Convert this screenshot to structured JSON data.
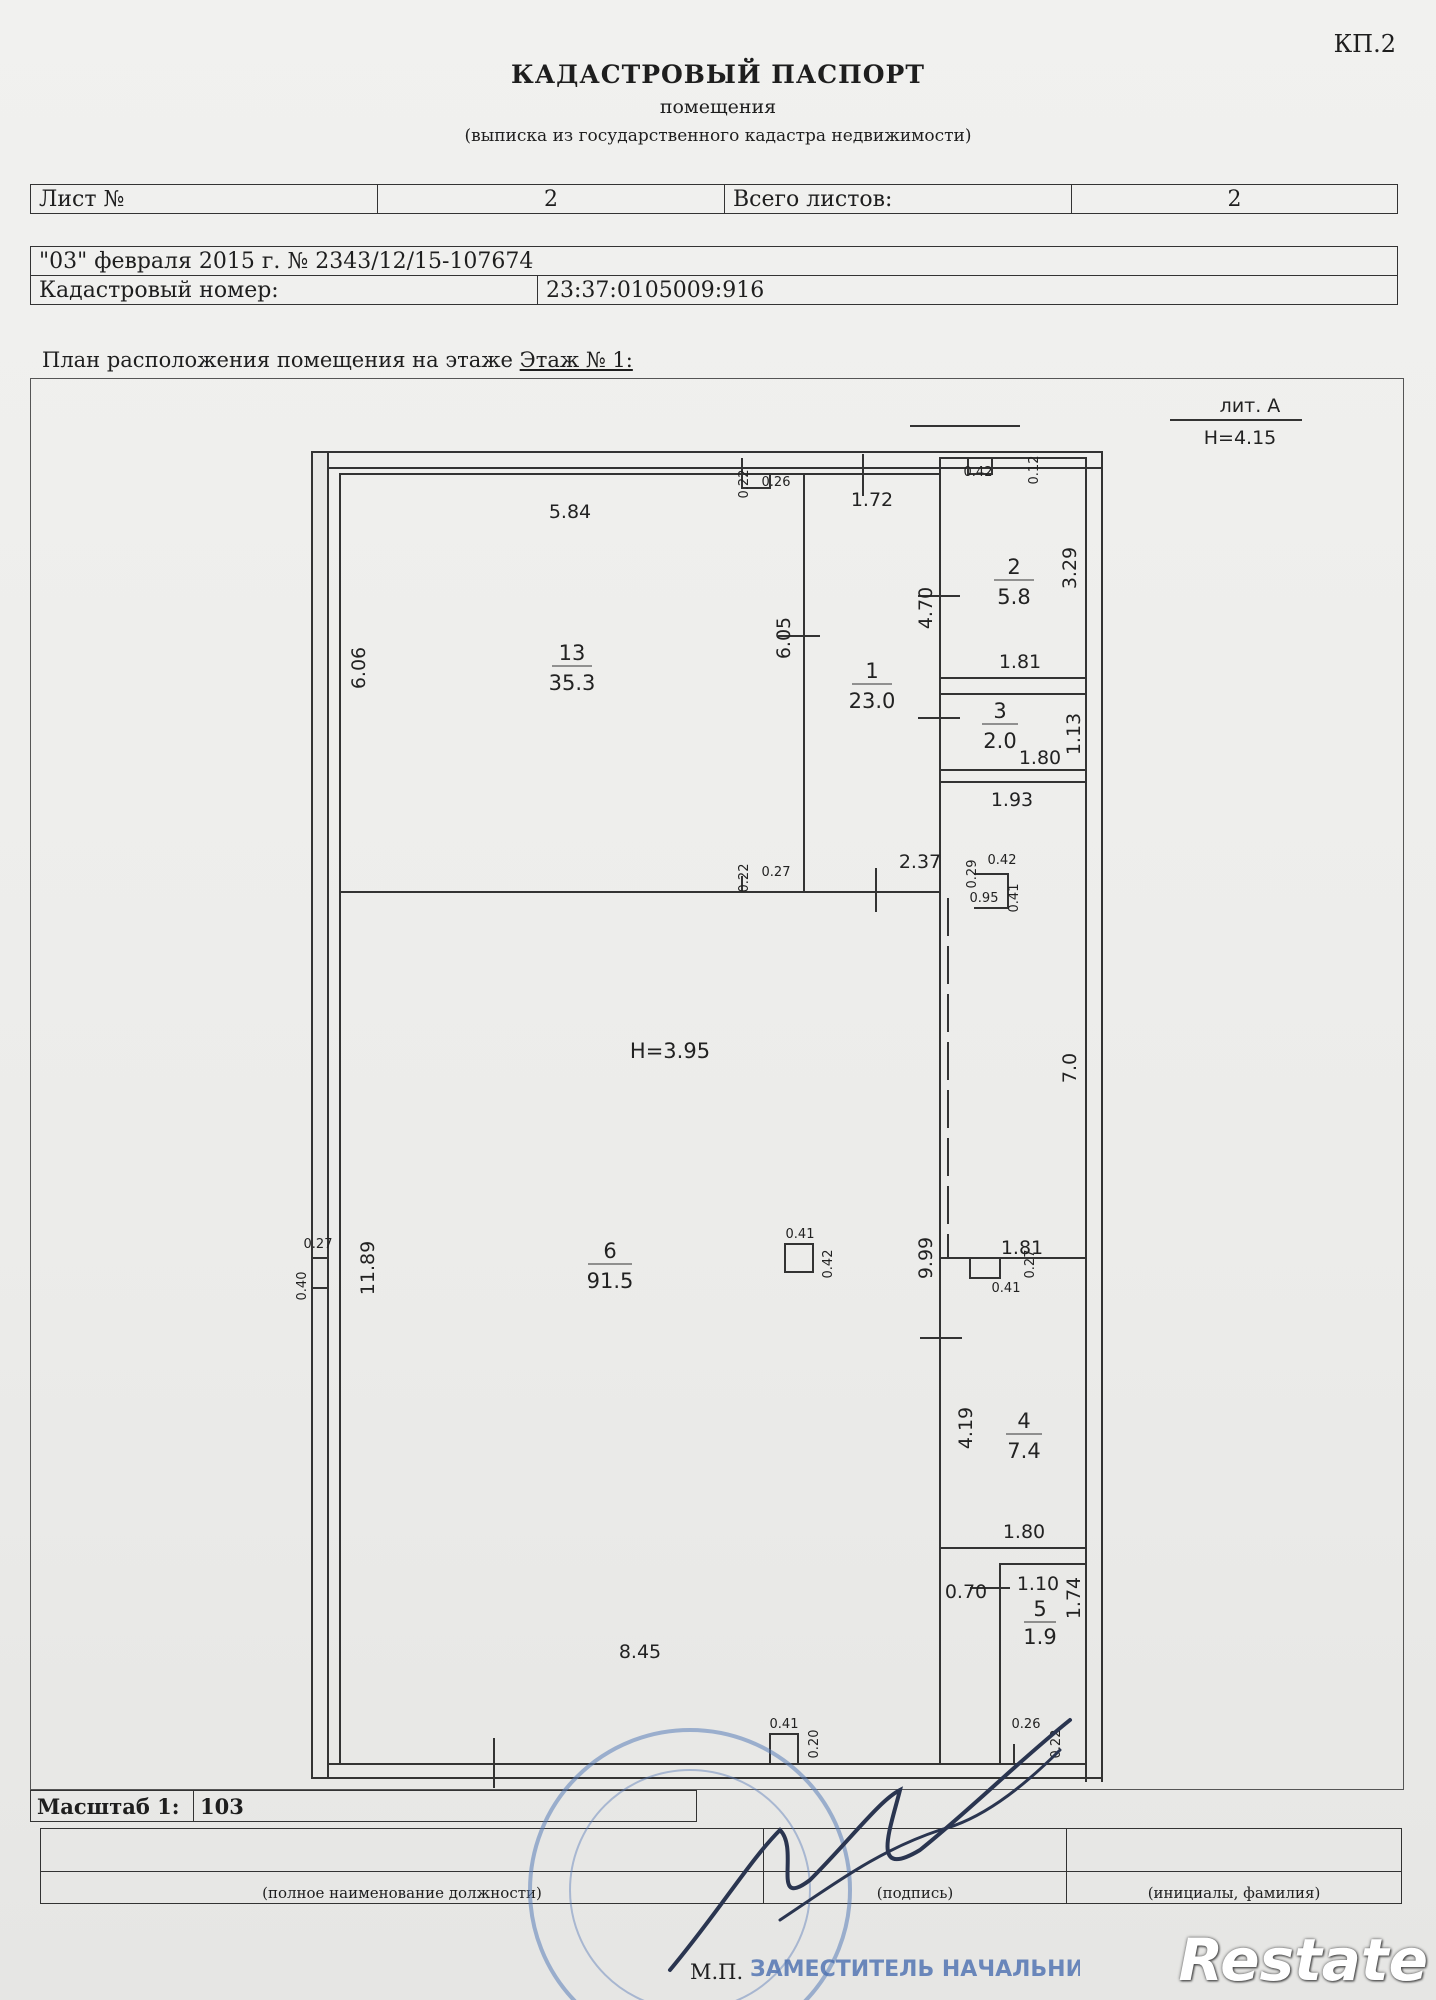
{
  "header": {
    "sheet_code": "КП.2",
    "title": "КАДАСТРОВЫЙ ПАСПОРТ",
    "subtitle": "помещения",
    "note": "(выписка из государственного кадастра недвижимости)"
  },
  "sheet_row": {
    "sheet_label": "Лист №",
    "sheet_value": "2",
    "total_label": "Всего листов:",
    "total_value": "2"
  },
  "record": {
    "date_number": "\"03\" февраля 2015 г. № 2343/12/15-107674",
    "cadastral_label": "Кадастровый номер:",
    "cadastral_value": "23:37:0105009:916"
  },
  "plan": {
    "caption_prefix": "План расположения помещения на этаже",
    "floor_link": "Этаж № 1:",
    "legend_top": "лит. А",
    "legend_height": "Н=4.15",
    "main_height": "Н=3.95",
    "rooms": [
      {
        "number": "13",
        "area": "35.3"
      },
      {
        "number": "1",
        "area": "23.0"
      },
      {
        "number": "2",
        "area": "5.8"
      },
      {
        "number": "3",
        "area": "2.0"
      },
      {
        "number": "6",
        "area": "91.5"
      },
      {
        "number": "4",
        "area": "7.4"
      },
      {
        "number": "5",
        "area": "1.9"
      }
    ],
    "dims": {
      "d584": "5.84",
      "d606": "6.06",
      "d605": "6.05",
      "d172": "1.72",
      "d470": "4.70",
      "d329": "3.29",
      "d181a": "1.81",
      "d113": "1.13",
      "d180a": "1.80",
      "d193": "1.93",
      "d237": "2.37",
      "d70": "7.0",
      "d999": "9.99",
      "d181b": "1.81",
      "d1189": "11.89",
      "d419": "4.19",
      "d180b": "1.80",
      "d070": "0.70",
      "d110": "1.10",
      "d174": "1.74",
      "d845": "8.45",
      "s022a": "0.22",
      "s026": "0.26",
      "s042a": "0.42",
      "s012": "0.12",
      "s022b": "0.22",
      "s027a": "0.27",
      "s029": "0.29",
      "s042b": "0.42",
      "s041a": "0.41",
      "s095": "0.95",
      "s041b": "0.41",
      "s042c": "0.42",
      "s041c": "0.41",
      "s027b": "0.27",
      "s040": "0.40",
      "s027c": "0.27",
      "s041d": "0.41",
      "s020": "0.20",
      "s026b": "0.26",
      "s022c": "0.22"
    }
  },
  "scale": {
    "label": "Масштаб 1:",
    "value": "103"
  },
  "signature": {
    "position": "(полное наименование должности)",
    "sign": "(подпись)",
    "name": "(инициалы, фамилия)"
  },
  "stamp_line": "ЗАМЕСТИТЕЛЬ НАЧАЛЬНИКА",
  "mp": "М.П.",
  "watermark": "Restate",
  "colors": {
    "ink": "#1e1e1e",
    "stamp": "#5a7db8",
    "signature": "#2a3550"
  }
}
